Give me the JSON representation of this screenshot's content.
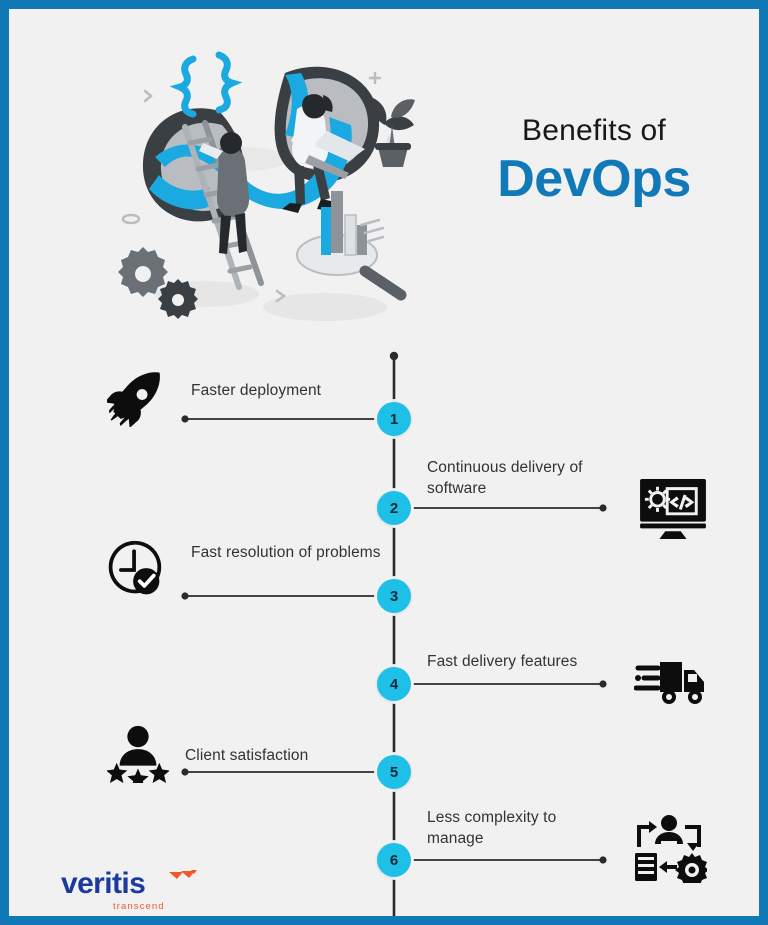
{
  "poster": {
    "border_color": "#1279b8",
    "background_color": "#f1f1f1"
  },
  "header": {
    "title_line1": "Benefits of",
    "title_line2": "DevOps",
    "title_line2_color": "#1279b8",
    "illustration_name": "devops-infinity-isometric-illustration"
  },
  "timeline": {
    "node_color": "#1fc0e8",
    "line_color": "#2b2b2b",
    "items": [
      {
        "number": "1",
        "label": "Faster deployment",
        "side": "left",
        "icon": "rocket-icon"
      },
      {
        "number": "2",
        "label": "Continuous delivery of software",
        "side": "right",
        "icon": "monitor-code-gear-icon"
      },
      {
        "number": "3",
        "label": "Fast resolution of problems",
        "side": "left",
        "icon": "clock-check-icon"
      },
      {
        "number": "4",
        "label": "Fast delivery features",
        "side": "right",
        "icon": "delivery-truck-icon"
      },
      {
        "number": "5",
        "label": "Client satisfaction",
        "side": "left",
        "icon": "person-stars-icon"
      },
      {
        "number": "6",
        "label": "Less complexity to manage",
        "side": "right",
        "icon": "devops-cycle-icon"
      }
    ]
  },
  "logo": {
    "word": "veritis",
    "tagline": "transcend",
    "word_color": "#1b3a9e",
    "tagline_color": "#f2582a",
    "mark_name": "veritis-chevron-mark"
  }
}
